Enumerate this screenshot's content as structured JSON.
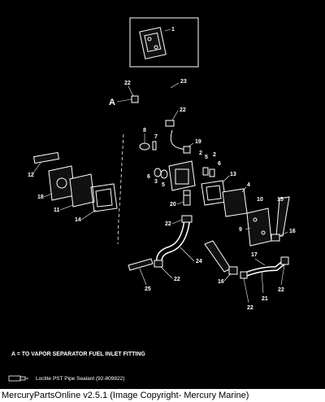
{
  "callouts": {
    "c1": "1",
    "c2a": "2",
    "c2b": "2",
    "c3": "3",
    "c4": "4",
    "c5a": "5",
    "c5b": "5",
    "c6a": "6",
    "c6b": "6",
    "c7": "7",
    "c8": "8",
    "c9": "9",
    "c10": "10",
    "c11": "11",
    "c12": "12",
    "c13": "13",
    "c14": "14",
    "c15": "15",
    "c16a": "16",
    "c16b": "16",
    "c17": "17",
    "c18": "18",
    "c19": "19",
    "c20": "20",
    "c21": "21",
    "c22a": "22",
    "c22b": "22",
    "c22c": "22",
    "c22d": "22",
    "c22e": "22",
    "c22f": "22",
    "c23": "23",
    "c24": "24",
    "c25": "25",
    "cA": "A"
  },
  "legend": {
    "note": "A = TO VAPOR SEPARATOR FUEL INLET FITTING",
    "sealant": "Loctite PST Pipe Sealant  (92-809822)"
  },
  "footer": {
    "text": "MercuryPartsOnline v2.5.1 (Image Copyright- Mercury Marine)"
  },
  "colors": {
    "background": "#000000",
    "linework": "#ffffff",
    "footer_bg": "#ffffff",
    "footer_text": "#000000"
  }
}
